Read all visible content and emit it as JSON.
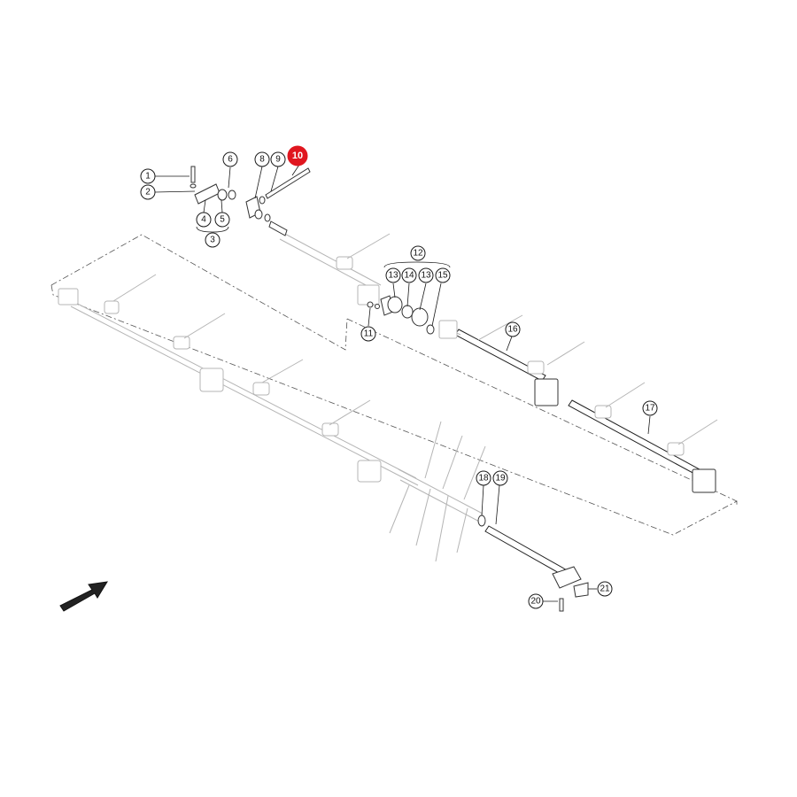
{
  "callouts": [
    {
      "id": "1",
      "highlight": false
    },
    {
      "id": "2",
      "highlight": false
    },
    {
      "id": "3",
      "highlight": false
    },
    {
      "id": "4",
      "highlight": false
    },
    {
      "id": "5",
      "highlight": false
    },
    {
      "id": "6",
      "highlight": false
    },
    {
      "id": "8",
      "highlight": false
    },
    {
      "id": "9",
      "highlight": false
    },
    {
      "id": "10",
      "highlight": true
    },
    {
      "id": "11",
      "highlight": false
    },
    {
      "id": "12",
      "highlight": false
    },
    {
      "id": "13",
      "highlight": false
    },
    {
      "id": "14",
      "highlight": false
    },
    {
      "id": "13b",
      "label": "13",
      "highlight": false
    },
    {
      "id": "15",
      "highlight": false
    },
    {
      "id": "16",
      "highlight": false
    },
    {
      "id": "17",
      "highlight": false
    },
    {
      "id": "18",
      "highlight": false
    },
    {
      "id": "19",
      "highlight": false
    },
    {
      "id": "20",
      "highlight": false
    },
    {
      "id": "21",
      "highlight": false
    }
  ],
  "colors": {
    "highlight": "#e0161f",
    "line": "#1a1a1a",
    "faint": "#b5b5b5"
  },
  "icons": {
    "direction_arrow": "arrow-up-right-icon"
  }
}
